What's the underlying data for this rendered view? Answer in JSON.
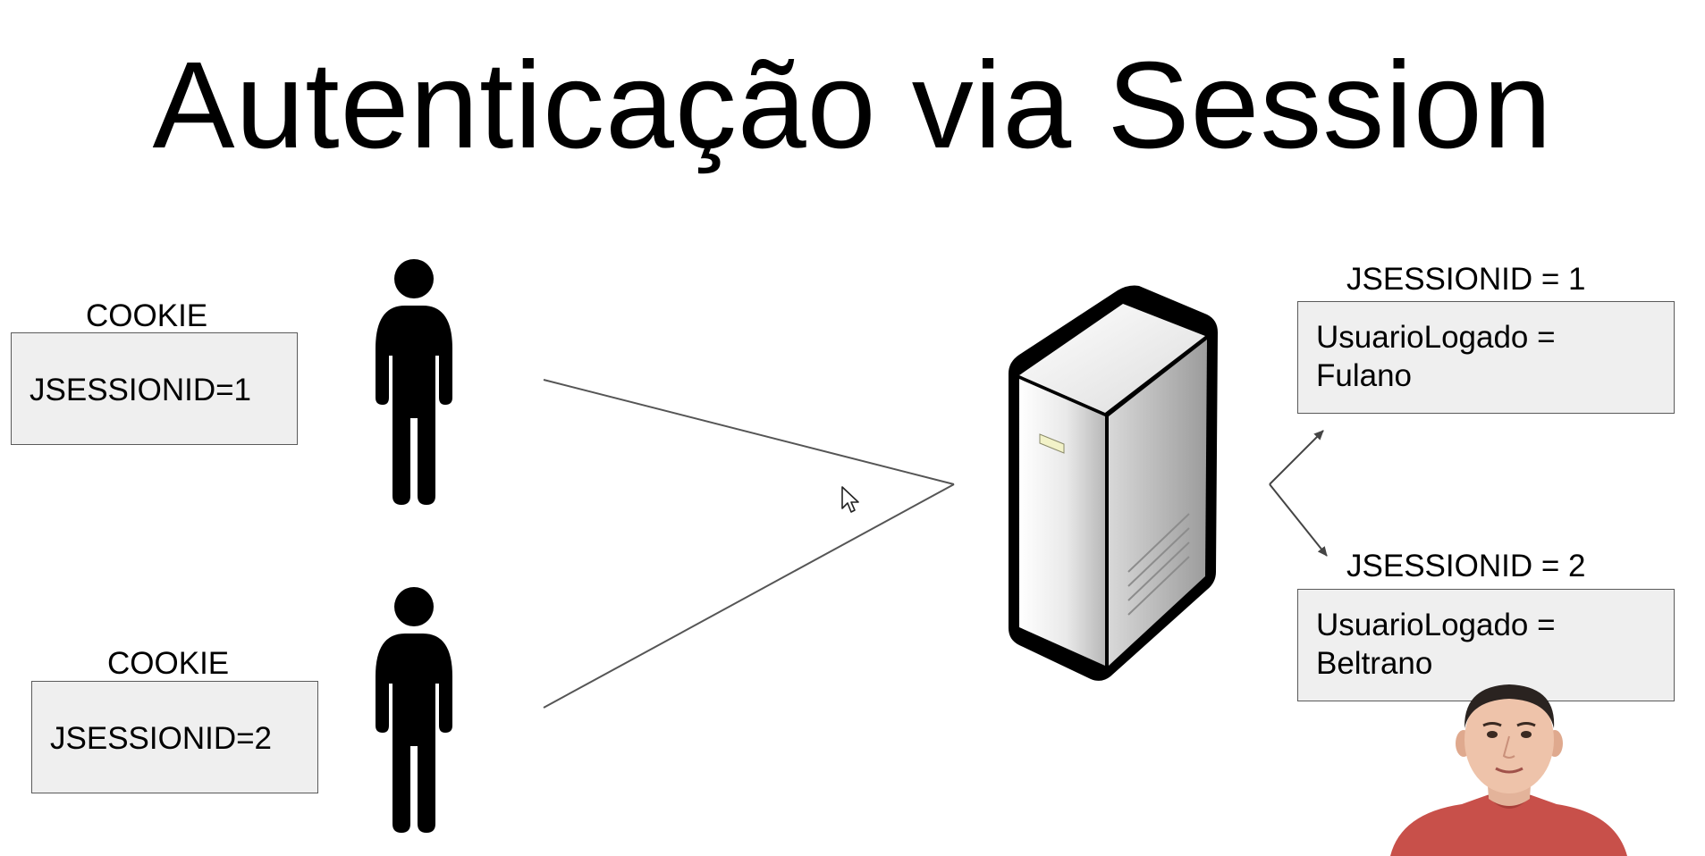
{
  "slide": {
    "title": "Autenticação via Session"
  },
  "clients": [
    {
      "cookie_label": "COOKIE",
      "cookie_value": "JSESSIONID=1"
    },
    {
      "cookie_label": "COOKIE",
      "cookie_value": "JSESSIONID=2"
    }
  ],
  "sessions": [
    {
      "id_label": "JSESSIONID = 1",
      "line1": "UsuarioLogado =",
      "line2": "Fulano"
    },
    {
      "id_label": "JSESSIONID = 2",
      "line1": "UsuarioLogado =",
      "line2": "Beltrano"
    }
  ],
  "icons": {
    "user": "person-icon",
    "server": "server-icon",
    "cursor": "mouse-pointer-icon"
  },
  "colors": {
    "background": "#ffffff",
    "box_fill": "#efefef",
    "box_border": "#5a5a5a",
    "presenter_shirt": "#c8504a"
  }
}
